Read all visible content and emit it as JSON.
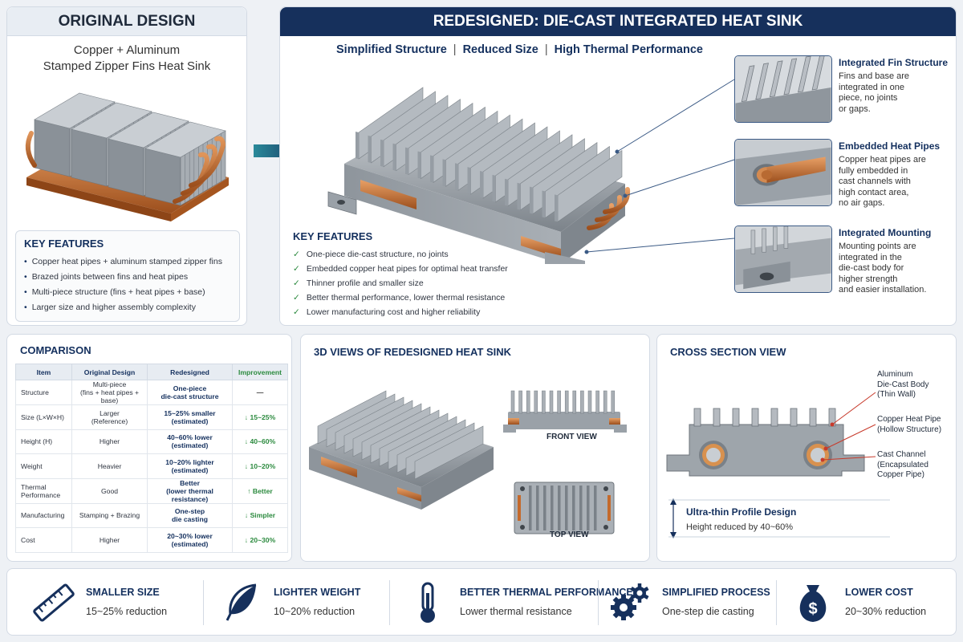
{
  "original": {
    "title": "ORIGINAL DESIGN",
    "subtitle_line1": "Copper + Aluminum",
    "subtitle_line2": "Stamped Zipper Fins Heat Sink",
    "features_title": "KEY FEATURES",
    "features": [
      "Copper heat pipes + aluminum stamped zipper fins",
      "Brazed joints between fins and heat pipes",
      "Multi-piece structure (fins + heat pipes + base)",
      "Larger size and higher assembly complexity"
    ]
  },
  "redesigned": {
    "title": "REDESIGNED: DIE-CAST INTEGRATED HEAT SINK",
    "tagline": [
      "Simplified Structure",
      "Reduced Size",
      "High Thermal Performance"
    ],
    "tagline_sep": "|",
    "features_title": "KEY FEATURES",
    "features": [
      "One-piece die-cast structure, no joints",
      "Embedded copper heat pipes for optimal heat transfer",
      "Thinner profile and smaller size",
      "Better thermal performance, lower thermal resistance",
      "Lower manufacturing cost and higher reliability"
    ],
    "check_glyph": "✓",
    "callouts": [
      {
        "title": "Integrated Fin Structure",
        "lines": [
          "Fins and base are",
          "integrated in one",
          "piece, no joints",
          "or gaps."
        ]
      },
      {
        "title": "Embedded Heat Pipes",
        "lines": [
          "Copper heat pipes are",
          "fully embedded in",
          "cast channels with",
          "high contact area,",
          "no air gaps."
        ]
      },
      {
        "title": "Integrated Mounting",
        "lines": [
          "Mounting points are",
          "integrated in the",
          "die-cast body for",
          "higher strength",
          "and easier installation."
        ]
      }
    ]
  },
  "comparison": {
    "title": "COMPARISON",
    "headers": [
      "Item",
      "Original Design",
      "Redesigned",
      "Improvement"
    ],
    "rows": [
      {
        "item": "Structure",
        "orig": [
          "Multi-piece",
          "(fins + heat pipes + base)"
        ],
        "new": [
          "One-piece",
          "die-cast structure"
        ],
        "imp": "—",
        "dir": "none"
      },
      {
        "item": "Size (L×W×H)",
        "orig": [
          "Larger",
          "(Reference)"
        ],
        "new": [
          "15~25% smaller",
          "(estimated)"
        ],
        "imp": "15~25%",
        "dir": "down"
      },
      {
        "item": "Height (H)",
        "orig": [
          "Higher"
        ],
        "new": [
          "40~60% lower",
          "(estimated)"
        ],
        "imp": "40~60%",
        "dir": "down"
      },
      {
        "item": "Weight",
        "orig": [
          "Heavier"
        ],
        "new": [
          "10~20% lighter",
          "(estimated)"
        ],
        "imp": "10~20%",
        "dir": "down"
      },
      {
        "item": "Thermal Performance",
        "orig": [
          "Good"
        ],
        "new": [
          "Better",
          "(lower thermal resistance)"
        ],
        "imp": "Better",
        "dir": "up"
      },
      {
        "item": "Manufacturing",
        "orig": [
          "Stamping + Brazing"
        ],
        "new": [
          "One-step",
          "die casting"
        ],
        "imp": "Simpler",
        "dir": "down"
      },
      {
        "item": "Cost",
        "orig": [
          "Higher"
        ],
        "new": [
          "20~30% lower",
          "(estimated)"
        ],
        "imp": "20~30%",
        "dir": "down"
      }
    ]
  },
  "views": {
    "title": "3D VIEWS OF REDESIGNED HEAT SINK",
    "front_label": "FRONT VIEW",
    "top_label": "TOP VIEW"
  },
  "cross": {
    "title": "CROSS SECTION VIEW",
    "labels": [
      [
        "Aluminum",
        "Die-Cast Body",
        "(Thin Wall)"
      ],
      [
        "Copper Heat Pipe",
        "(Hollow Structure)"
      ],
      [
        "Cast Channel",
        "(Encapsulated",
        "Copper Pipe)"
      ]
    ],
    "profile_title": "Ultra-thin Profile Design",
    "profile_sub": "Height reduced by 40~60%"
  },
  "benefits": [
    {
      "icon": "ruler-icon",
      "title": "SMALLER SIZE",
      "desc": "15~25% reduction"
    },
    {
      "icon": "feather-icon",
      "title": "LIGHTER WEIGHT",
      "desc": "10~20% reduction"
    },
    {
      "icon": "thermometer-icon",
      "title": "BETTER THERMAL PERFORMANCE",
      "desc": "Lower thermal resistance"
    },
    {
      "icon": "gears-icon",
      "title": "SIMPLIFIED PROCESS",
      "desc": "One-step die casting"
    },
    {
      "icon": "money-bag-icon",
      "title": "LOWER COST",
      "desc": "20~30% reduction"
    }
  ],
  "colors": {
    "navy": "#16305c",
    "copper": "#c46a2c",
    "aluminum": "#9aa1a8",
    "green": "#2b8a3e"
  }
}
